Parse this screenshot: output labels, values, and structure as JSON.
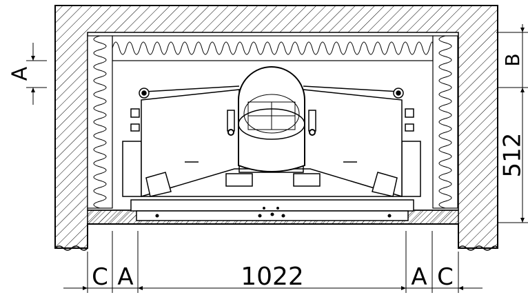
{
  "dimensions": {
    "width_label": "1022",
    "height_label": "512",
    "gap_a": "A",
    "gap_b": "B",
    "gap_c": "C"
  },
  "colors": {
    "line": "#000000",
    "background": "#ffffff"
  }
}
